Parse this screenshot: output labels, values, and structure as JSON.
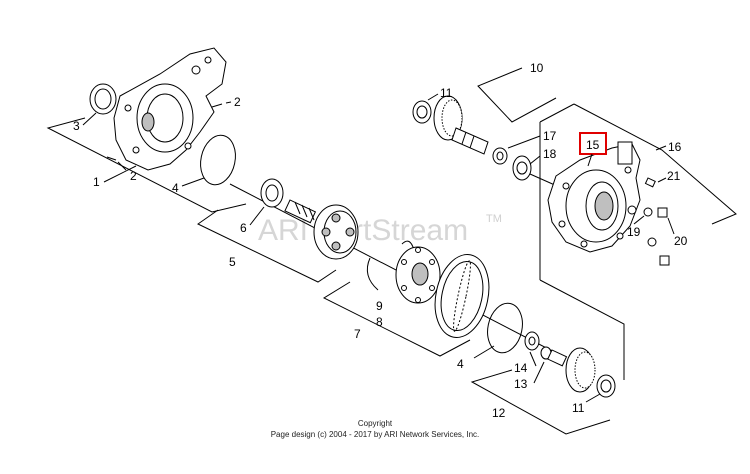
{
  "watermark": {
    "text": "ARI PartStream",
    "tm": "TM"
  },
  "footer": {
    "line1": "Copyright",
    "line2": "Page design (c) 2004 - 2017 by ARI Network Services, Inc."
  },
  "callouts": {
    "c1": "1",
    "c2a": "2",
    "c2b": "2",
    "c3": "3",
    "c4a": "4",
    "c4b": "4",
    "c5": "5",
    "c6": "6",
    "c7": "7",
    "c8": "8",
    "c9": "9",
    "c10": "10",
    "c11a": "11",
    "c11b": "11",
    "c12": "12",
    "c13": "13",
    "c14": "14",
    "c15": "15",
    "c16": "16",
    "c17": "17",
    "c18": "18",
    "c19": "19",
    "c20": "20",
    "c21": "21"
  },
  "highlight": {
    "color": "#e00000",
    "label": "15"
  }
}
